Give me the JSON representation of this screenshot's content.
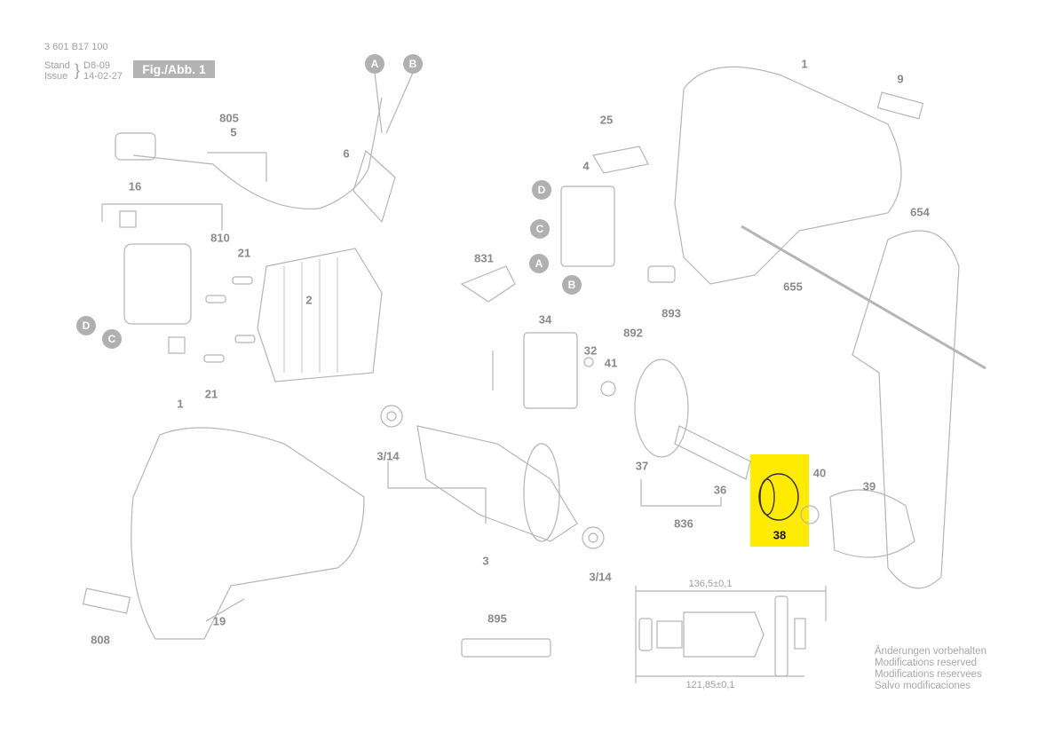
{
  "header": {
    "part_number": "3 601 B17 100",
    "stand_label": "Stand",
    "issue_label": "Issue",
    "stand_date": "D8-09",
    "issue_date": "14-02-27",
    "figure_label": "Fig./Abb. 1"
  },
  "highlight_color": "#ffeb00",
  "part_labels": [
    "805",
    "5",
    "6",
    "16",
    "810",
    "21",
    "2",
    "21",
    "1",
    "19",
    "808",
    "3/14",
    "3",
    "3/14",
    "895",
    "25",
    "4",
    "831",
    "34",
    "32",
    "41",
    "893",
    "892",
    "37",
    "36",
    "836",
    "655",
    "654",
    "1",
    "9",
    "40",
    "39",
    "38"
  ],
  "connector_labels": [
    "A",
    "B",
    "D",
    "C",
    "D",
    "C",
    "A",
    "B"
  ],
  "dimensions": {
    "overall": "136,5±0,1",
    "inner": "121,85±0,1"
  },
  "notes": [
    "Änderungen vorbehalten",
    "Modifications reserved",
    "Modifications reservees",
    "Salvo modificaciones"
  ]
}
